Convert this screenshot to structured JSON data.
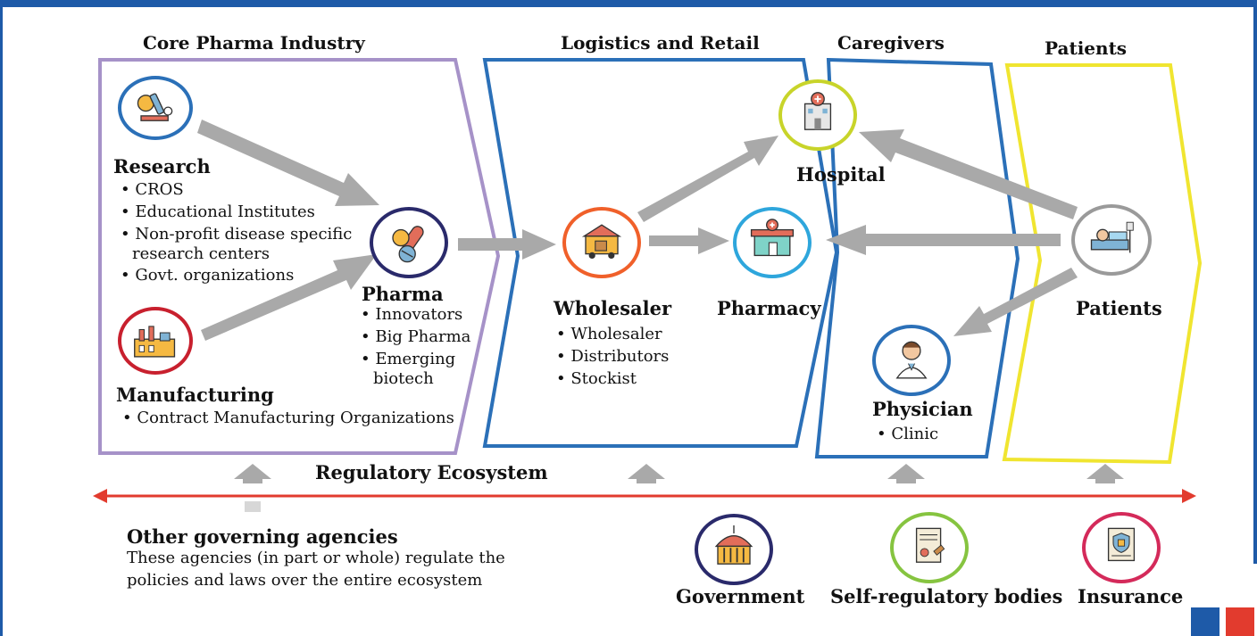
{
  "sections": {
    "core": "Core Pharma Industry",
    "logistics": "Logistics and Retail",
    "caregivers": "Caregivers",
    "patients": "Patients"
  },
  "research": {
    "title": "Research",
    "items": [
      "CROS",
      "Educational Institutes",
      "Non-profit disease specific",
      "research centers",
      "Govt. organizations"
    ]
  },
  "manufacturing": {
    "title": "Manufacturing",
    "items": [
      "Contract Manufacturing Organizations"
    ]
  },
  "pharma": {
    "title": "Pharma",
    "items": [
      "Innovators",
      "Big Pharma",
      "Emerging",
      "biotech"
    ]
  },
  "wholesaler": {
    "title": "Wholesaler",
    "items": [
      "Wholesaler",
      "Distributors",
      "Stockist"
    ]
  },
  "pharmacy": {
    "title": "Pharmacy"
  },
  "hospital": {
    "title": "Hospital"
  },
  "physician": {
    "title": "Physician",
    "items": [
      "Clinic"
    ]
  },
  "patients_node": {
    "title": "Patients"
  },
  "regulatory": {
    "title": "Regulatory Ecosystem"
  },
  "agencies": {
    "title": "Other governing agencies",
    "line1": "These agencies (in part or whole) regulate the",
    "line2": "policies and laws over the entire ecosystem"
  },
  "regulators": {
    "government": "Government",
    "self_regulatory": "Self-regulatory bodies",
    "insurance": "Insurance"
  },
  "colors": {
    "frame_blue": "#1e5aa8",
    "core_purple": "#a692c8",
    "logistics_blue": "#2b70b8",
    "patients_yellow": "#f0e530",
    "arrow_gray": "#a9a9a9",
    "regulatory_red": "#e23b2e"
  },
  "icons": {
    "research": "microscope-icon",
    "manufacturing": "factory-icon",
    "pharma": "pills-icon",
    "wholesaler": "delivery-truck-icon",
    "pharmacy": "pharmacy-store-icon",
    "hospital": "hospital-icon",
    "physician": "doctor-icon",
    "patients": "patient-bed-icon",
    "government": "government-building-icon",
    "self_regulatory": "certificate-gavel-icon",
    "insurance": "insurance-document-icon"
  }
}
